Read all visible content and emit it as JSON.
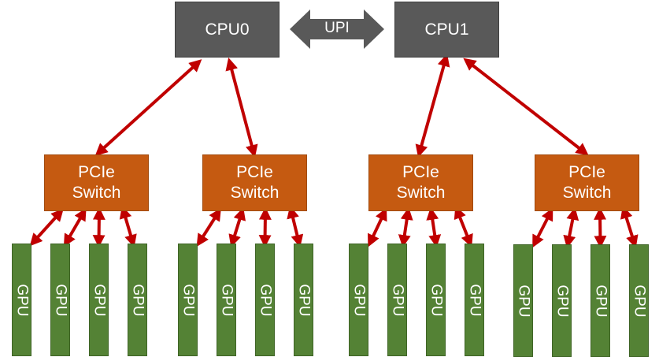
{
  "cpus": [
    {
      "label": "CPU0"
    },
    {
      "label": "CPU1"
    }
  ],
  "interconnect": {
    "label": "UPI"
  },
  "switches": [
    {
      "line1": "PCIe",
      "line2": "Switch"
    },
    {
      "line1": "PCIe",
      "line2": "Switch"
    },
    {
      "line1": "PCIe",
      "line2": "Switch"
    },
    {
      "line1": "PCIe",
      "line2": "Switch"
    }
  ],
  "gpu_label": "GPU",
  "colors": {
    "cpu": "#595959",
    "switch": "#c55a11",
    "gpu": "#548235",
    "arrow": "#c00000",
    "upi_arrow": "#595959"
  }
}
